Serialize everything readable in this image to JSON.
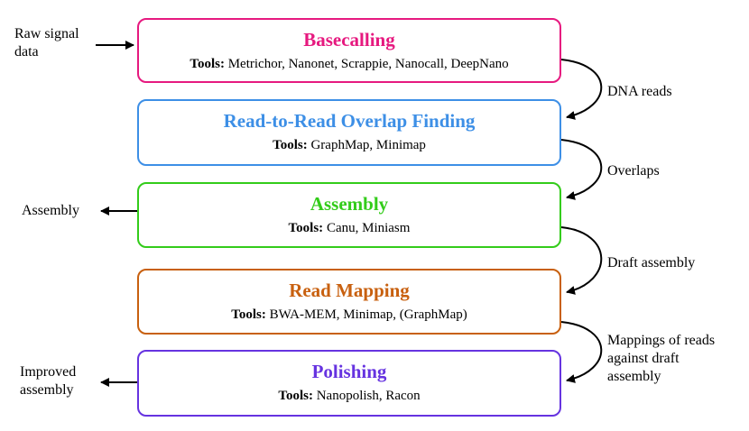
{
  "stages": [
    {
      "title": "Basecalling",
      "tools_label": "Tools:",
      "tools": "Metrichor, Nanonet, Scrappie, Nanocall, DeepNano",
      "color": "#e6197f"
    },
    {
      "title": "Read-to-Read Overlap Finding",
      "tools_label": "Tools:",
      "tools": "GraphMap, Minimap",
      "color": "#3d8fe6"
    },
    {
      "title": "Assembly",
      "tools_label": "Tools:",
      "tools": "Canu, Miniasm",
      "color": "#33cc1a"
    },
    {
      "title": "Read Mapping",
      "tools_label": "Tools:",
      "tools": "BWA-MEM, Minimap, (GraphMap)",
      "color": "#c8600f"
    },
    {
      "title": "Polishing",
      "tools_label": "Tools:",
      "tools": "Nanopolish, Racon",
      "color": "#6633e0"
    }
  ],
  "input_label": "Raw signal\ndata",
  "outputs": {
    "assembly": "Assembly",
    "improved": "Improved\nassembly"
  },
  "transitions": [
    "DNA reads",
    "Overlaps",
    "Draft assembly",
    "Mappings of reads\nagainst draft\nassembly"
  ]
}
